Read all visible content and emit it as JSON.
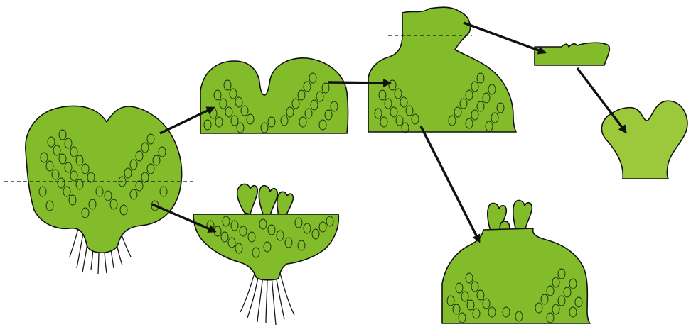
{
  "diagram": {
    "colors": {
      "thallus": "#83bc2b",
      "thallus_fragment": "#9cc83b",
      "outline": "#111111",
      "background": "#ffffff"
    },
    "stages": [
      {
        "id": "original-thallus",
        "features": [
          "apical-notch",
          "gemmae-cells",
          "rhizoids"
        ],
        "cut": "horizontal"
      },
      {
        "id": "upper-fragment",
        "features": [
          "apical-notch",
          "gemmae-cells"
        ]
      },
      {
        "id": "lower-fragment-regenerating",
        "features": [
          "new-lobes",
          "rhizoids"
        ]
      },
      {
        "id": "upper-fragment-grown",
        "features": [
          "outgrowth"
        ],
        "cut": "horizontal"
      },
      {
        "id": "strip-fragment",
        "features": []
      },
      {
        "id": "regenerated-lobe",
        "features": [
          "apical-notch"
        ]
      },
      {
        "id": "base-regenerating",
        "features": [
          "new-lobes"
        ]
      }
    ],
    "arrows": [
      {
        "from": "original-thallus",
        "to": "upper-fragment"
      },
      {
        "from": "original-thallus",
        "to": "lower-fragment-regenerating"
      },
      {
        "from": "upper-fragment",
        "to": "upper-fragment-grown"
      },
      {
        "from": "upper-fragment-grown",
        "to": "strip-fragment"
      },
      {
        "from": "strip-fragment",
        "to": "regenerated-lobe"
      },
      {
        "from": "upper-fragment-grown",
        "to": "base-regenerating"
      }
    ]
  }
}
